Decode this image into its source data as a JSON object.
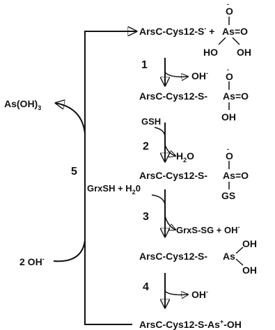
{
  "diagram": {
    "species": {
      "s1_prefix": "ArsC-Cys12-S",
      "s1_minus": "-",
      "s1_plus": " + ",
      "as": "As",
      "o_double": "=O",
      "o_top": "O",
      "minus": "-",
      "ho": "HO",
      "oh": "OH",
      "s2_prefix": "ArsC-Cys12-S-",
      "s3_prefix": "ArsC-Cys12-S-",
      "gs": "GS",
      "s4_prefix": "ArsC-Cys12-S-",
      "s5_prefix": "ArsC-Cys12-S-",
      "s5_plus": "+",
      "s5_suffix": "-OH"
    },
    "reagents": {
      "oh_minus": "OH",
      "gsh": "GSH",
      "h2o_h": "H",
      "h2o_2": "2",
      "h2o_o": "O",
      "grxsh_left": "GrxSH + H",
      "grxsh_sub": "2",
      "grxsh_right": "0",
      "grxssg": "GrxS-SG + OH",
      "two_oh": "2 OH",
      "asoh3_left": "As(OH)",
      "asoh3_sub": "3"
    },
    "steps": [
      "1",
      "2",
      "3",
      "4",
      "5"
    ]
  }
}
